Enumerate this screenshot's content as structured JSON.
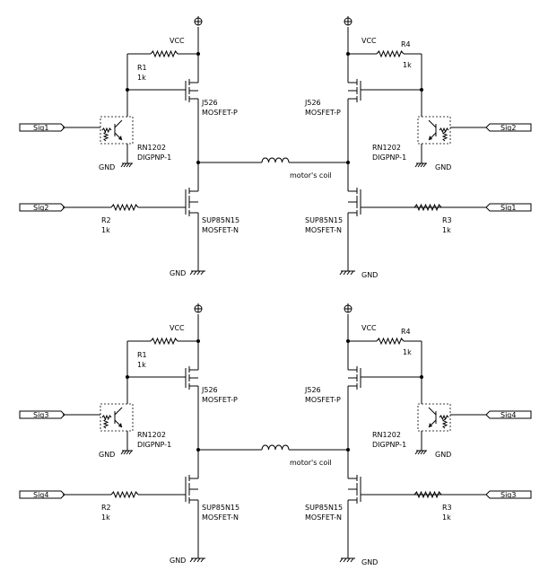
{
  "bridges": [
    {
      "vcc_left": "VCC",
      "vcc_right": "VCC",
      "r_tl": {
        "name": "R1",
        "value": "1k"
      },
      "r_tr": {
        "name": "R4",
        "value": "1k"
      },
      "pmos_left": {
        "part": "J526",
        "type": "MOSFET-P"
      },
      "pmos_right": {
        "part": "J526",
        "type": "MOSFET-P"
      },
      "pnp_left": {
        "part": "RN1202",
        "type": "DIGPNP-1"
      },
      "pnp_right": {
        "part": "RN1202",
        "type": "DIGPNP-1"
      },
      "nmos_left": {
        "part": "SUP85N15",
        "type": "MOSFET-N"
      },
      "nmos_right": {
        "part": "SUP85N15",
        "type": "MOSFET-N"
      },
      "r_bl": {
        "name": "R2",
        "value": "1k"
      },
      "r_br": {
        "name": "R3",
        "value": "1k"
      },
      "in_tl": "Sig1",
      "in_tr": "Sig2",
      "in_bl": "Sig2",
      "in_br": "Sig1",
      "gnd_pnp_left": "GND",
      "gnd_pnp_right": "GND",
      "gnd_left": "GND",
      "gnd_right": "GND",
      "coil": "motor's coil"
    },
    {
      "vcc_left": "VCC",
      "vcc_right": "VCC",
      "r_tl": {
        "name": "R1",
        "value": "1k"
      },
      "r_tr": {
        "name": "R4",
        "value": "1k"
      },
      "pmos_left": {
        "part": "J526",
        "type": "MOSFET-P"
      },
      "pmos_right": {
        "part": "J526",
        "type": "MOSFET-P"
      },
      "pnp_left": {
        "part": "RN1202",
        "type": "DIGPNP-1"
      },
      "pnp_right": {
        "part": "RN1202",
        "type": "DIGPNP-1"
      },
      "nmos_left": {
        "part": "SUP85N15",
        "type": "MOSFET-N"
      },
      "nmos_right": {
        "part": "SUP85N15",
        "type": "MOSFET-N"
      },
      "r_bl": {
        "name": "R2",
        "value": "1k"
      },
      "r_br": {
        "name": "R3",
        "value": "1k"
      },
      "in_tl": "Sig3",
      "in_tr": "Sig4",
      "in_bl": "Sig4",
      "in_br": "Sig3",
      "gnd_pnp_left": "GND",
      "gnd_pnp_right": "GND",
      "gnd_left": "GND",
      "gnd_right": "GND",
      "coil": "motor's coil"
    }
  ]
}
